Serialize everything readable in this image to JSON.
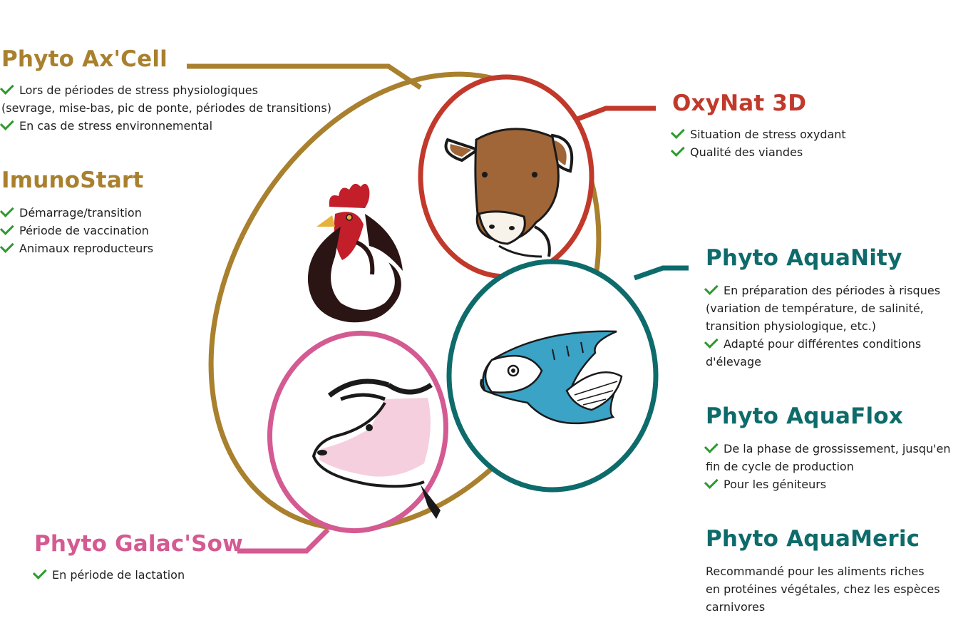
{
  "colors": {
    "gold": "#a9802e",
    "red": "#c1392b",
    "teal": "#0e6b6b",
    "pink": "#d45a92",
    "check": "#2d9a2d"
  },
  "products": {
    "axcell": {
      "title": "Phyto Ax'Cell",
      "items": [
        "Lors de périodes de stress physiologiques",
        "(sevrage, mise-bas, pic de ponte, périodes de transitions)",
        "En cas de stress environnemental"
      ]
    },
    "imunostart": {
      "title": "ImunoStart",
      "items": [
        "Démarrage/transition",
        "Période de vaccination",
        "Animaux reproducteurs"
      ]
    },
    "oxynat": {
      "title": "OxyNat 3D",
      "items": [
        "Situation de stress oxydant",
        "Qualité des viandes"
      ]
    },
    "aquanity": {
      "title": "Phyto AquaNity",
      "items": [
        "En préparation des périodes à risques",
        "(variation de température, de salinité,",
        "transition physiologique, etc.)",
        "Adapté pour différentes conditions",
        "d'élevage"
      ]
    },
    "aquaflox": {
      "title": "Phyto AquaFlox",
      "items": [
        "De la phase de grossissement, jusqu'en",
        "fin de cycle de production",
        "Pour les géniteurs"
      ]
    },
    "aquameric": {
      "title": "Phyto AquaMeric",
      "lines": [
        "Recommandé pour les aliments riches",
        "en protéines végétales, chez les espèces",
        "carnivores"
      ]
    },
    "galacsow": {
      "title": "Phyto Galac'Sow",
      "items": [
        "En période de lactation"
      ]
    }
  },
  "icons": [
    "cow-icon",
    "rooster-icon",
    "pig-icon",
    "fish-icon",
    "check-icon"
  ]
}
